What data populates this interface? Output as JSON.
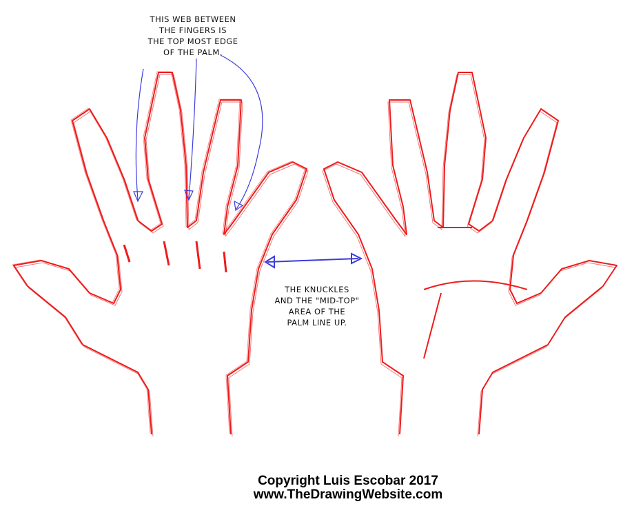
{
  "annotations": {
    "web_note": [
      "THIS WEB BETWEEN",
      "THE FINGERS IS",
      "THE TOP MOST EDGE",
      "OF THE PALM."
    ],
    "knuckle_note": [
      "THE KNUCKLES",
      "AND THE \"MID-TOP\"",
      "AREA OF THE",
      "PALM LINE UP."
    ]
  },
  "footer": {
    "copyright": "Copyright Luis Escobar 2017",
    "website": "www.TheDrawingWebsite.com"
  },
  "colors": {
    "sketch": "#ee1c1c",
    "arrow": "#3b3bdd",
    "text": "#111111"
  }
}
